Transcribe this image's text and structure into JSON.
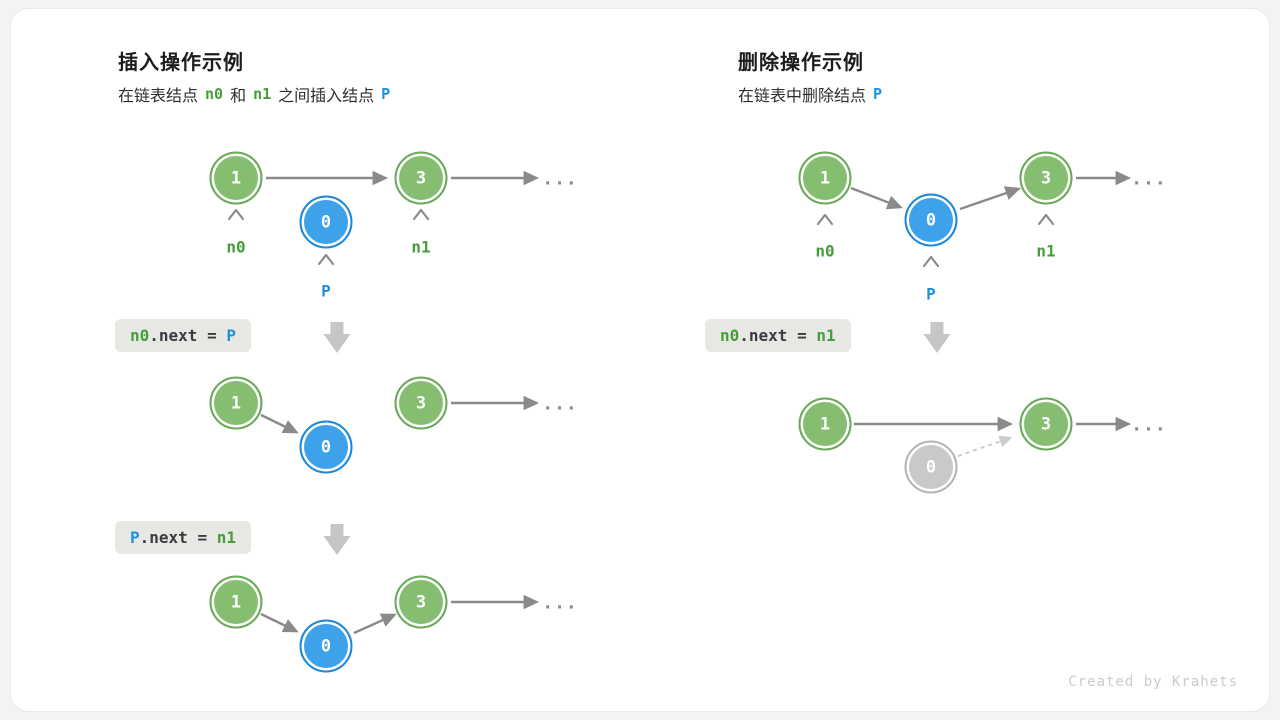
{
  "watermark": "Created by Krahets",
  "node_values": {
    "v1": "1",
    "v0": "0",
    "v3": "3"
  },
  "colors": {
    "node_green": "#85BE70",
    "node_green_border": "#69A957",
    "node_blue": "#3DA2E9",
    "node_blue_border": "#1E88D6",
    "node_gray": "#C9C9C9",
    "arrow_gray": "#8A8A8A",
    "label_green": "#469D3C",
    "label_blue": "#2090DE",
    "code_bg": "#E7E7E4",
    "step_arrow": "#C6C6C6"
  },
  "insert": {
    "title": "插入操作示例",
    "subtitle": {
      "t1": "在链表结点",
      "n0": "n0",
      "t2": "和",
      "n1": "n1",
      "t3": "之间插入结点",
      "p": "P"
    },
    "code1": {
      "lhs": "n0",
      "mid": ".next = ",
      "rhs": "P"
    },
    "code2": {
      "lhs": "P",
      "mid": ".next = ",
      "rhs": "n1"
    },
    "labels": {
      "n0": "n0",
      "n1": "n1",
      "p": "P"
    },
    "ellipsis": "..."
  },
  "delete": {
    "title": "删除操作示例",
    "subtitle": {
      "t1": "在链表中删除结点",
      "p": "P"
    },
    "code1": {
      "lhs": "n0",
      "mid": ".next = ",
      "rhs": "n1"
    },
    "labels": {
      "n0": "n0",
      "n1": "n1",
      "p": "P"
    },
    "ellipsis": "..."
  }
}
